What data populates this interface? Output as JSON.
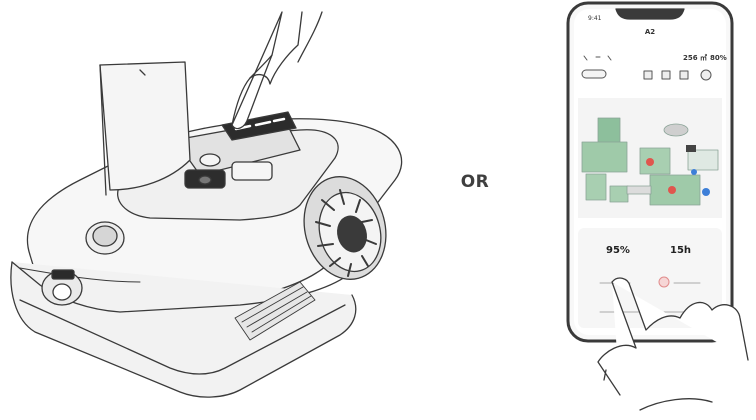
{
  "separator_text": "OR",
  "phone": {
    "status_time": "9:41",
    "device_name": "A2",
    "area_value": "256",
    "area_unit": "㎡",
    "battery_value": "80",
    "battery_unit": "%",
    "stats": [
      {
        "value": "95",
        "unit": "%"
      },
      {
        "value": "15",
        "unit": "h"
      }
    ]
  }
}
